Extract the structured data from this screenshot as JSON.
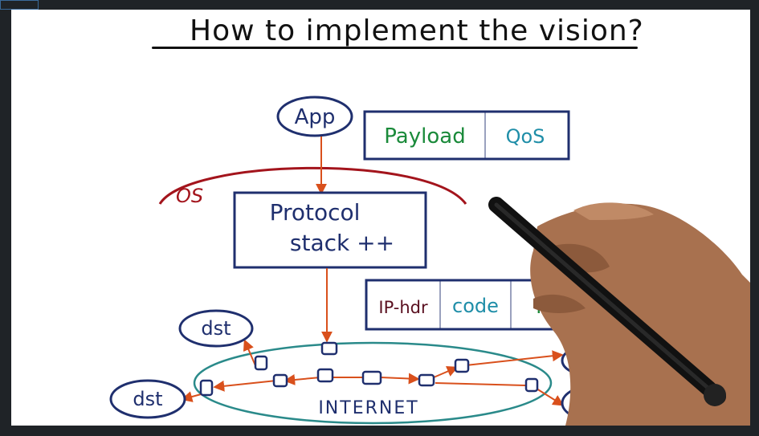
{
  "title": "How to implement the vision?",
  "nodes": {
    "app": "App",
    "os": "OS",
    "protocol_line1": "Protocol",
    "protocol_line2": "stack ++",
    "internet": "INTERNET",
    "dst": "dst"
  },
  "header_app": {
    "payload": "Payload",
    "qos": "QoS"
  },
  "header_net": {
    "ip_hdr": "IP-hdr",
    "code": "code",
    "payload": "Payload"
  },
  "colors": {
    "navy": "#1f2f6e",
    "red": "#a3141c",
    "orange": "#d9501c",
    "green": "#1a8a3a",
    "teal": "#1f8ea8",
    "maroon": "#5a1020",
    "internet_ellipse": "#2a8a8a"
  }
}
